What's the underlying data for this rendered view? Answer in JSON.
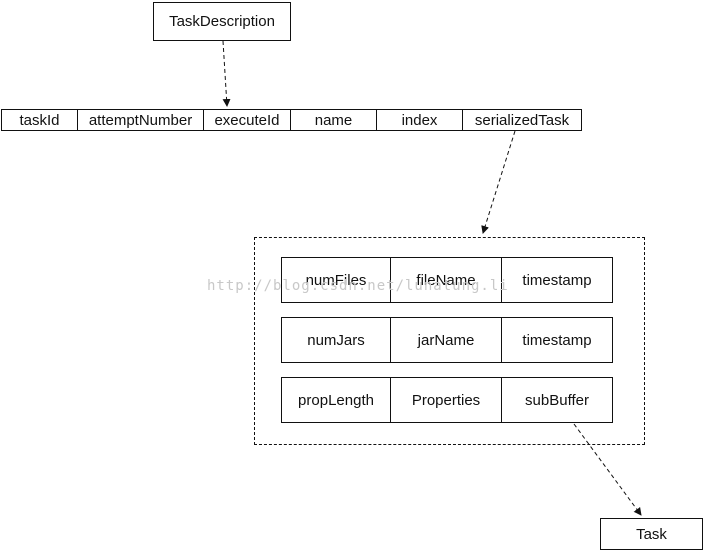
{
  "task_description": {
    "label": "TaskDescription"
  },
  "header_fields": [
    "taskId",
    "attemptNumber",
    "executeId",
    "name",
    "index",
    "serializedTask"
  ],
  "serialized_rows": [
    [
      "numFiles",
      "fileName",
      "timestamp"
    ],
    [
      "numJars",
      "jarName",
      "timestamp"
    ],
    [
      "propLength",
      "Properties",
      "subBuffer"
    ]
  ],
  "task": {
    "label": "Task"
  },
  "watermark": "http://blog.csdn.net/lunatung.li"
}
